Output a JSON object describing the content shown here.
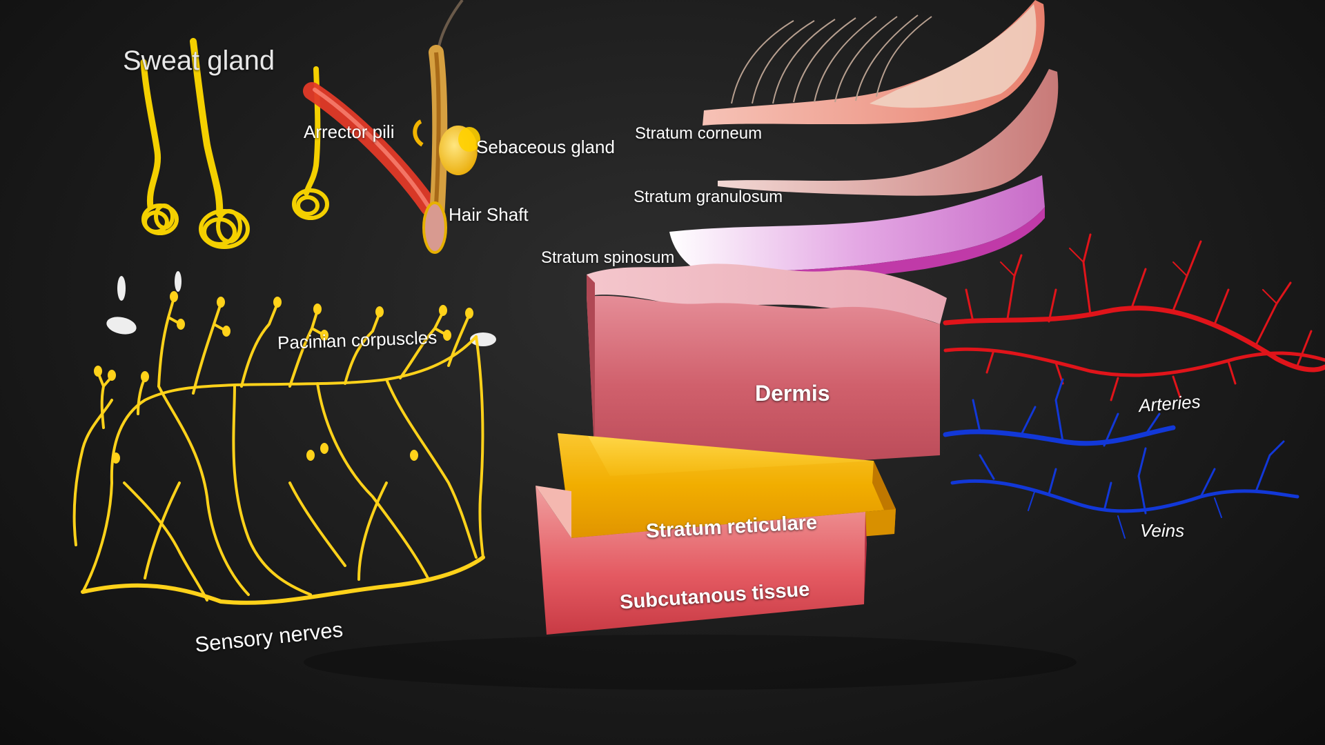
{
  "labels": {
    "sweat_gland": "Sweat gland",
    "arrector_pili": "Arrector pili",
    "sebaceous_gland": "Sebaceous gland",
    "hair_shaft": "Hair Shaft",
    "stratum_corneum": "Stratum corneum",
    "stratum_granulosum": "Stratum granulosum",
    "stratum_spinosum": "Stratum spinosum",
    "pacinian_corpuscles": "Pacinian corpuscles",
    "dermis": "Dermis",
    "stratum_reticulare": "Stratum reticulare",
    "subcutaneous_tissue": "Subcutanous tissue",
    "arteries": "Arteries",
    "veins": "Veins",
    "sensory_nerves": "Sensory nerves"
  },
  "colors": {
    "background": "#1c1c1c",
    "nerve": "#ffd21a",
    "artery": "#e0141a",
    "vein": "#1238d8",
    "dermis": "#d2606c",
    "reticulare": "#f2b400",
    "subcutaneous": "#e8505a",
    "muscle": "#e23a28",
    "corpuscle": "#f2f2f2"
  }
}
